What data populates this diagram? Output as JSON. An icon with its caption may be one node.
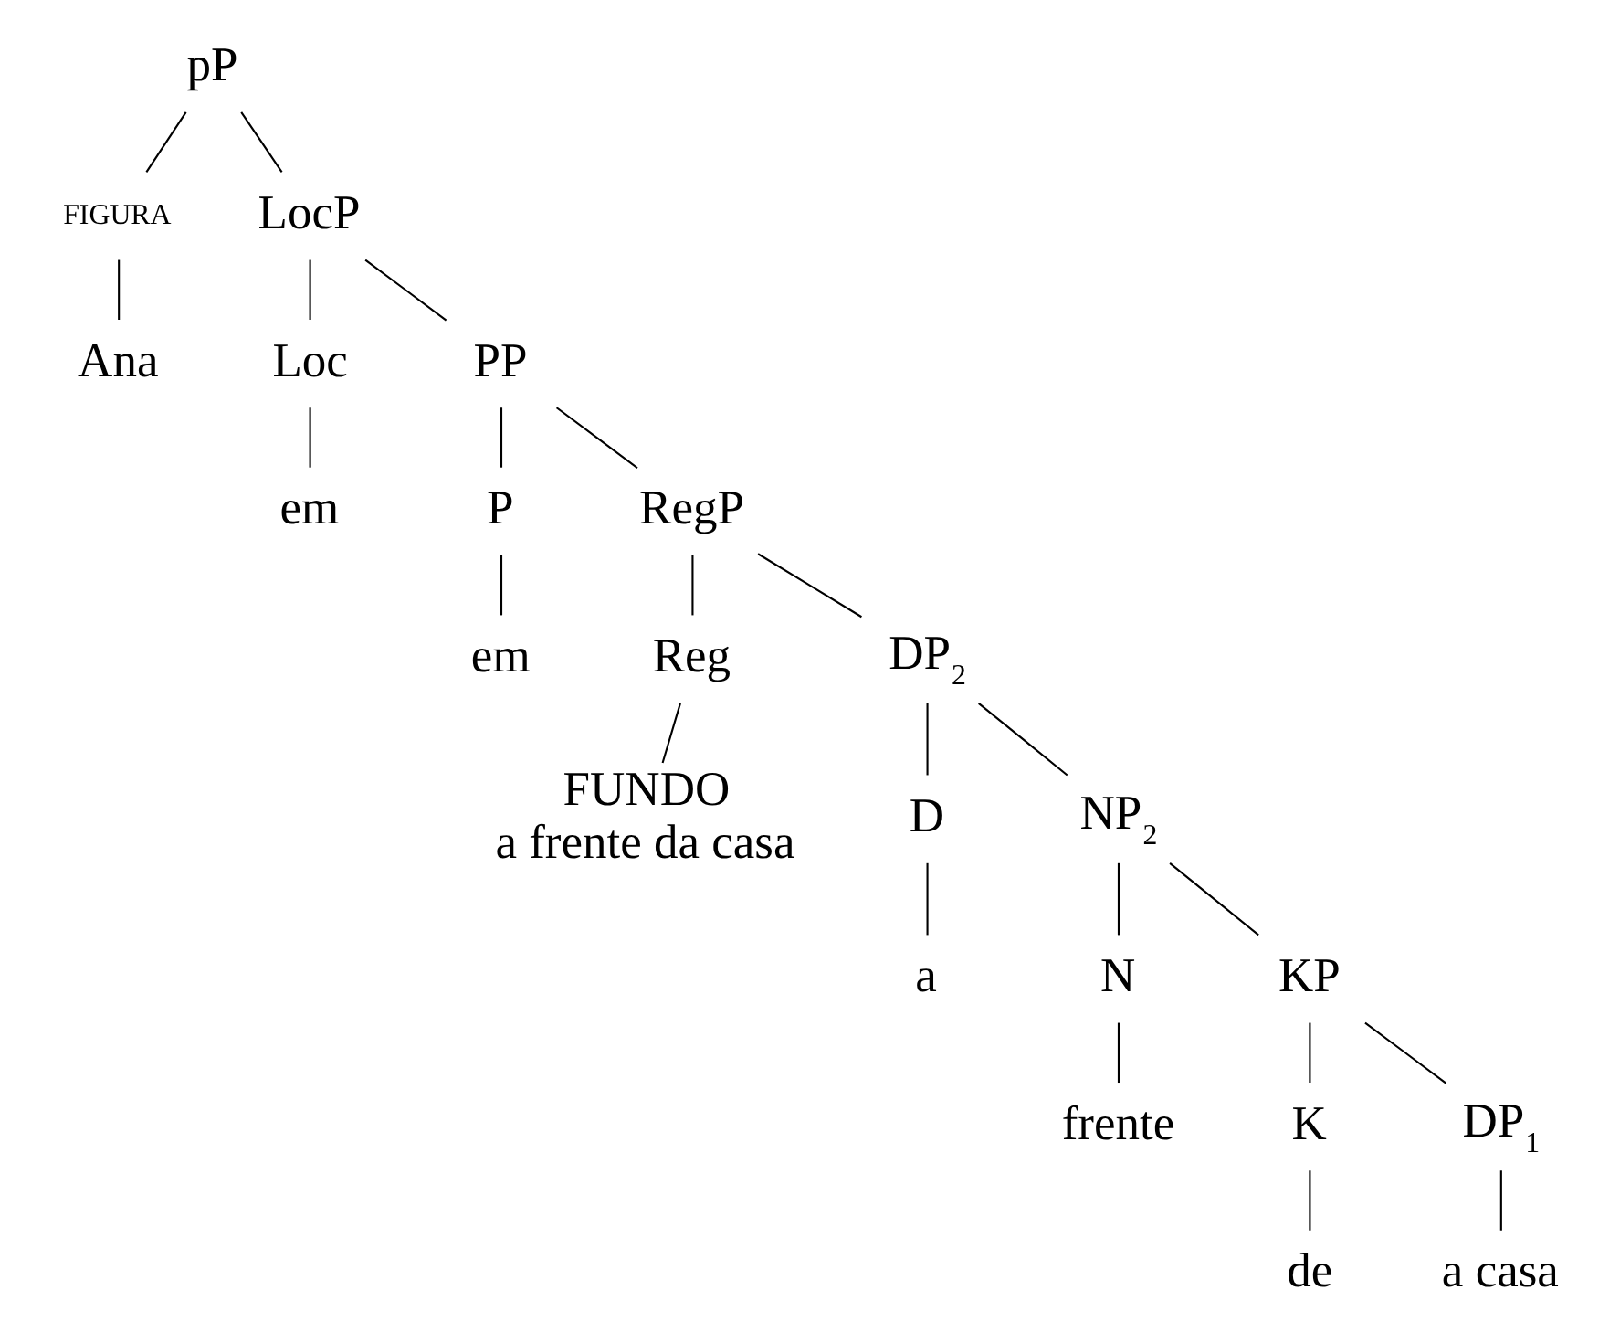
{
  "diagram": {
    "nodes": [
      {
        "text": [
          "pP"
        ]
      },
      {
        "text": [
          "FIGURA"
        ]
      },
      {
        "text": [
          "LocP"
        ]
      },
      {
        "text": [
          "Ana"
        ]
      },
      {
        "text": [
          "Loc"
        ]
      },
      {
        "text": [
          "PP"
        ]
      },
      {
        "text": [
          "em"
        ]
      },
      {
        "text": [
          "P"
        ]
      },
      {
        "text": [
          "RegP"
        ]
      },
      {
        "text": [
          "em"
        ]
      },
      {
        "text": [
          "Reg"
        ]
      },
      {
        "text": [
          "DP$_{2}$"
        ]
      },
      {
        "text": [
          "FUNDO",
          "a frente da casa"
        ]
      },
      {
        "text": [
          "D"
        ]
      },
      {
        "text": [
          "NP$_{2}$"
        ]
      },
      {
        "text": [
          "a"
        ]
      },
      {
        "text": [
          "N"
        ]
      },
      {
        "text": [
          "KP"
        ]
      },
      {
        "text": [
          "frente"
        ]
      },
      {
        "text": [
          "K"
        ]
      },
      {
        "text": [
          "DP$_{1}$"
        ]
      },
      {
        "text": [
          "de"
        ]
      },
      {
        "text": [
          "a casa"
        ]
      }
    ],
    "edges": [
      {
        "from": 0,
        "to": 1,
        "arrow": "none"
      },
      {
        "from": 0,
        "to": 2,
        "arrow": "none"
      },
      {
        "from": 1,
        "to": 3,
        "arrow": "none"
      },
      {
        "from": 2,
        "to": 4,
        "arrow": "none"
      },
      {
        "from": 2,
        "to": 5,
        "arrow": "none"
      },
      {
        "from": 4,
        "to": 6,
        "arrow": "none"
      },
      {
        "from": 5,
        "to": 7,
        "arrow": "none"
      },
      {
        "from": 5,
        "to": 8,
        "arrow": "none"
      },
      {
        "from": 7,
        "to": 9,
        "arrow": "none"
      },
      {
        "from": 8,
        "to": 10,
        "arrow": "none"
      },
      {
        "from": 8,
        "to": 11,
        "arrow": "none"
      },
      {
        "from": 10,
        "to": 12,
        "arrow": "none"
      },
      {
        "from": 11,
        "to": 13,
        "arrow": "none"
      },
      {
        "from": 11,
        "to": 14,
        "arrow": "none"
      },
      {
        "from": 13,
        "to": 15,
        "arrow": "none"
      },
      {
        "from": 14,
        "to": 16,
        "arrow": "none"
      },
      {
        "from": 14,
        "to": 17,
        "arrow": "none"
      },
      {
        "from": 16,
        "to": 18,
        "arrow": "none"
      },
      {
        "from": 17,
        "to": 19,
        "arrow": "none"
      },
      {
        "from": 17,
        "to": 20,
        "arrow": "none"
      },
      {
        "from": 19,
        "to": 21,
        "arrow": "none"
      },
      {
        "from": 20,
        "to": 22,
        "arrow": "none"
      }
    ]
  }
}
